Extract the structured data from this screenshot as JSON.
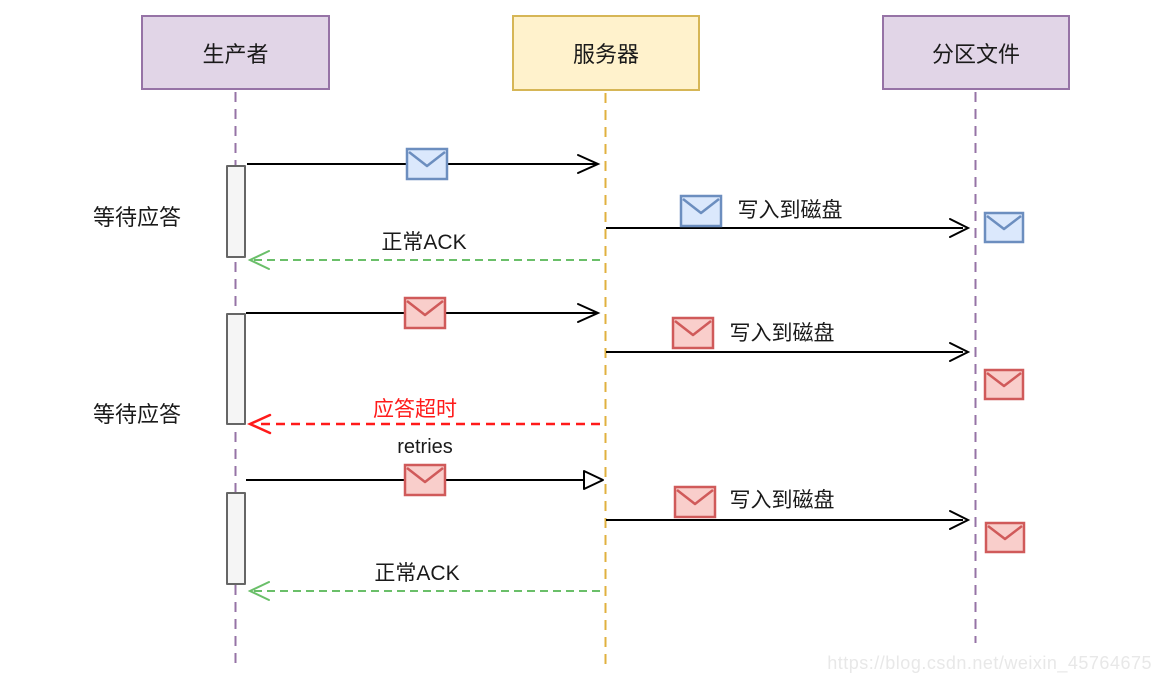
{
  "diagram": {
    "type": "sequence-diagram",
    "actors": [
      {
        "id": "producer",
        "label": "生产者",
        "color": "purple"
      },
      {
        "id": "server",
        "label": "服务器",
        "color": "yellow"
      },
      {
        "id": "partition",
        "label": "分区文件",
        "color": "purple"
      }
    ],
    "annotations": [
      {
        "text": "等待应答"
      },
      {
        "text": "等待应答"
      }
    ],
    "flows": [
      {
        "from": "producer",
        "to": "server",
        "style": "solid-black",
        "icon": "blue-envelope",
        "label": ""
      },
      {
        "from": "server",
        "to": "partition",
        "style": "solid-black",
        "icon": "blue-envelope",
        "label": "写入到磁盘"
      },
      {
        "from": "server",
        "to": "producer",
        "style": "dashed-green",
        "icon": "",
        "label": "正常ACK"
      },
      {
        "from": "producer",
        "to": "server",
        "style": "solid-black",
        "icon": "red-envelope",
        "label": ""
      },
      {
        "from": "server",
        "to": "partition",
        "style": "solid-black",
        "icon": "red-envelope",
        "label": "写入到磁盘"
      },
      {
        "from": "server",
        "to": "producer",
        "style": "dashed-red",
        "icon": "",
        "label": "应答超时"
      },
      {
        "from": "producer",
        "to": "server",
        "style": "solid-black-hollow-head",
        "icon": "red-envelope",
        "label": "retries"
      },
      {
        "from": "server",
        "to": "partition",
        "style": "solid-black",
        "icon": "red-envelope",
        "label": "写入到磁盘"
      },
      {
        "from": "server",
        "to": "producer",
        "style": "dashed-green",
        "icon": "",
        "label": "正常ACK"
      }
    ],
    "stored_messages": [
      {
        "at": "partition",
        "icon": "blue-envelope"
      },
      {
        "at": "partition",
        "icon": "red-envelope"
      },
      {
        "at": "partition",
        "icon": "red-envelope"
      }
    ],
    "watermark": "https://blog.csdn.net/weixin_45764675",
    "colors": {
      "purple-fill": "#e1d5e7",
      "purple-stroke": "#9673a6",
      "yellow-fill": "#fff2cc",
      "yellow-stroke": "#d6b656",
      "gold-line": "#e0b13f",
      "green-line": "#6abf69",
      "red-line": "#ff1a1a",
      "arrow-black": "#000000",
      "blue-env-fill": "#dbe8fc",
      "blue-env-stroke": "#6c8ebf",
      "red-env-fill": "#f9cecb",
      "red-env-stroke": "#d05a5a",
      "bar-fill": "#f5f5f5",
      "bar-stroke": "#666666",
      "watermark": "#e8e8e8"
    }
  }
}
